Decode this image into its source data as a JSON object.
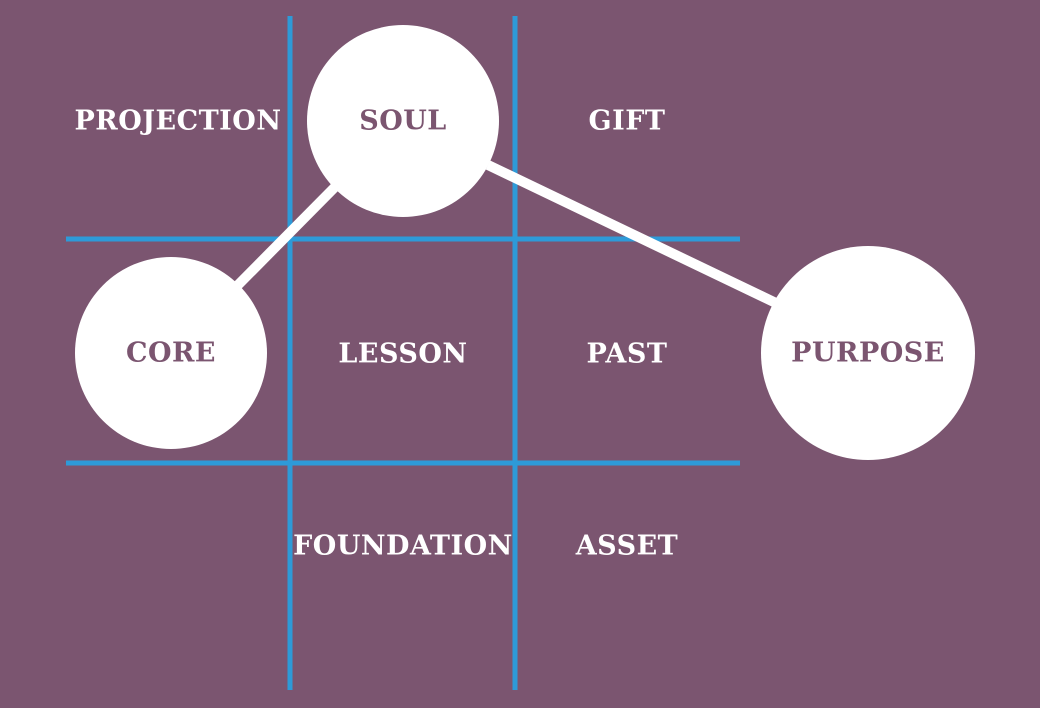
{
  "colors": {
    "background": "#7b5570",
    "grid_line": "#2e9ad8",
    "node_fill": "#ffffff",
    "node_text": "#7b5570",
    "connector": "#ffffff",
    "cell_text": "#ffffff"
  },
  "grid": {
    "cells": {
      "projection": "PROJECTION",
      "gift": "GIFT",
      "lesson": "LESSON",
      "past": "PAST",
      "foundation": "FOUNDATION",
      "asset": "ASSET"
    }
  },
  "nodes": {
    "soul": "SOUL",
    "core": "CORE",
    "purpose": "PURPOSE"
  },
  "connections": [
    [
      "soul",
      "core"
    ],
    [
      "soul",
      "purpose"
    ]
  ]
}
